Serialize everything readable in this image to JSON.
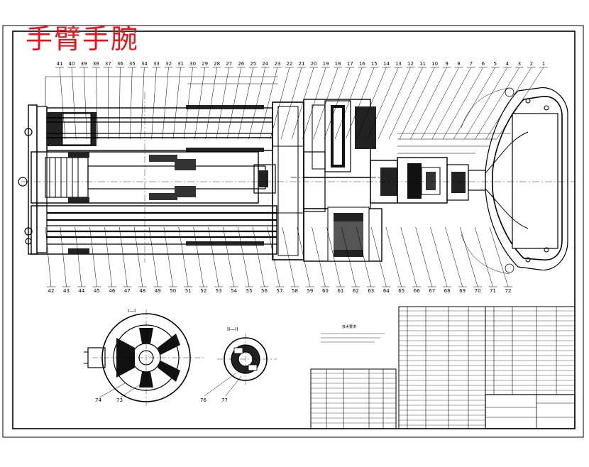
{
  "drawing": {
    "title": "手臂手腕",
    "balloons_top": [
      "41",
      "40",
      "39",
      "38",
      "37",
      "36",
      "35",
      "34",
      "33",
      "32",
      "31",
      "30",
      "29",
      "28",
      "27",
      "26",
      "25",
      "24",
      "23",
      "22",
      "21",
      "20",
      "19",
      "18",
      "17",
      "16",
      "15",
      "14",
      "13",
      "12",
      "11",
      "10",
      "9",
      "8",
      "7",
      "6",
      "5",
      "4",
      "3",
      "2",
      "1"
    ],
    "balloons_bottom": [
      "42",
      "43",
      "44",
      "45",
      "46",
      "47",
      "48",
      "49",
      "50",
      "51",
      "52",
      "53",
      "54",
      "55",
      "56",
      "57",
      "58",
      "59",
      "60",
      "61",
      "62",
      "63",
      "64",
      "65",
      "66",
      "67",
      "68",
      "69",
      "70",
      "71",
      "72"
    ],
    "section_a": {
      "label": "I—I",
      "callouts": [
        "74",
        "73"
      ]
    },
    "section_b": {
      "label": "II—II",
      "callouts": [
        "76",
        "77"
      ]
    },
    "notes": {
      "title": "技术要求"
    },
    "colors": {
      "title": "#e8141a",
      "line": "#000000",
      "background": "#ffffff"
    }
  }
}
